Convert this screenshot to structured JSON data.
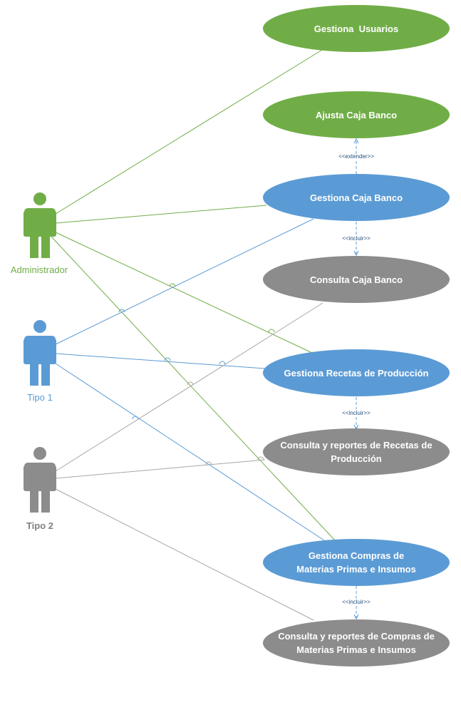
{
  "colors": {
    "admin": "#70ad47",
    "tipo1": "#5b9bd5",
    "tipo2": "#8c8c8c",
    "stereotype_arrow": "#5b9bd5",
    "stereotype_text": "#1f4e79",
    "text_on_usecase": "#ffffff"
  },
  "actors": {
    "admin": {
      "label": "Administrador"
    },
    "tipo1": {
      "label": "Tipo 1"
    },
    "tipo2": {
      "label": "Tipo 2"
    }
  },
  "use_cases": {
    "gestiona_usuarios": {
      "lines": [
        "Gestiona  Usuarios"
      ]
    },
    "ajusta_caja": {
      "lines": [
        "Ajusta Caja Banco"
      ]
    },
    "gestiona_caja": {
      "lines": [
        "Gestiona Caja Banco"
      ]
    },
    "consulta_caja": {
      "lines": [
        "Consulta Caja Banco"
      ]
    },
    "gestiona_recetas": {
      "lines": [
        "Gestiona Recetas de Producción"
      ]
    },
    "consulta_recetas": {
      "lines": [
        "Consulta y reportes de Recetas de",
        "Producción"
      ]
    },
    "gestiona_compras": {
      "lines": [
        "Gestiona Compras de",
        "Materias Primas e Insumos"
      ]
    },
    "consulta_compras": {
      "lines": [
        "Consulta y reportes de Compras de",
        "Materias Primas e Insumos"
      ]
    }
  },
  "relations": {
    "extender": "<<extender>>",
    "incluir_caja": "<<incluir>>",
    "incluir_recetas": "<<incluir>>",
    "incluir_compras": "<<incluir>>"
  }
}
